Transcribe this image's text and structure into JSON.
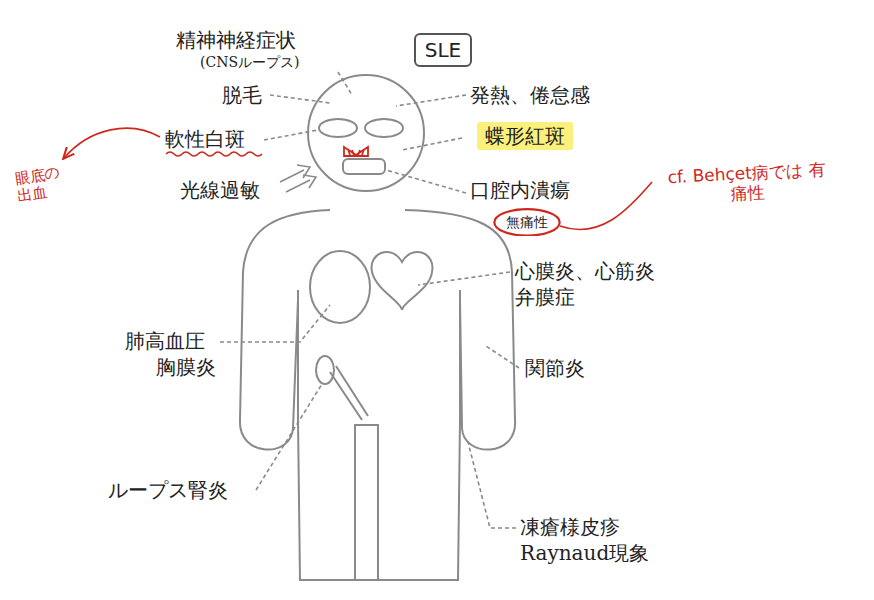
{
  "diagram": {
    "nodes": [
      {
        "text": [
          "SLE"
        ]
      },
      {
        "text": [
          "蝶形紅斑"
        ]
      },
      {
        "text": [
          "無痛性"
        ]
      }
    ],
    "labels": [
      "精神神経症状",
      "(CNSループス)",
      "脱毛",
      "発熱、倦怠感",
      "軟性白斑",
      "光線過敏",
      "口腔内潰瘍",
      "心膜炎、心筋炎",
      "弁膜症",
      "肺高血圧",
      "胸膜炎",
      "関節炎",
      "ループス腎炎",
      "凍瘡様皮疹",
      "Raynaud現象",
      "眼底の 出血",
      "cf. Behçet病では 有痛性"
    ]
  }
}
